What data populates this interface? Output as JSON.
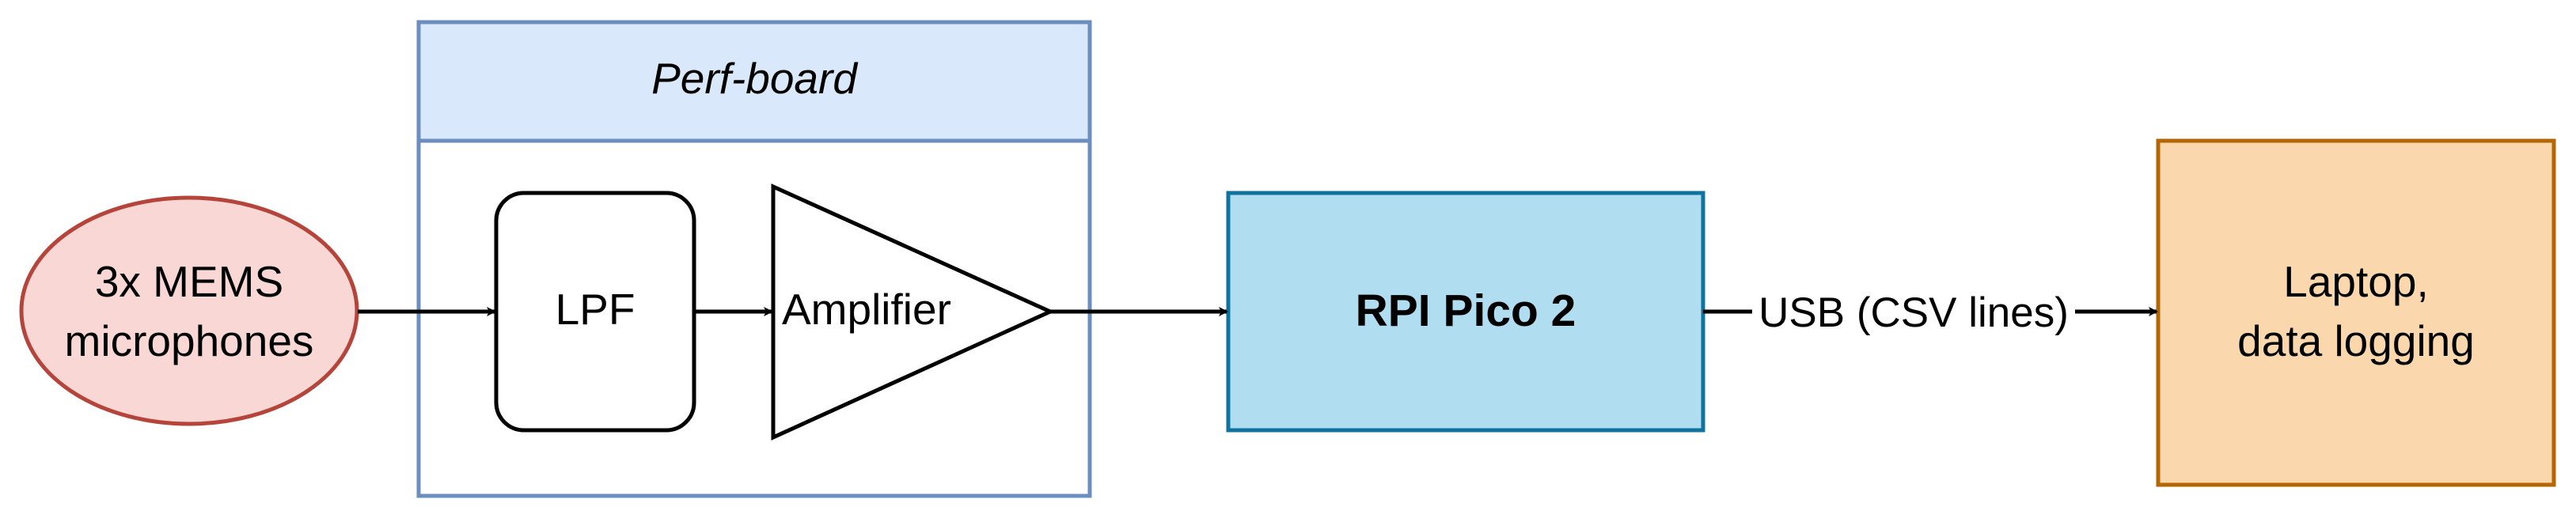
{
  "nodes": {
    "microphones": {
      "line1": "3x MEMS",
      "line2": "microphones",
      "fill": "#f8d7d5",
      "stroke": "#b5443b"
    },
    "perfboard": {
      "title": "Perf-board",
      "header_fill": "#dae8fc",
      "stroke": "#6c8ebf"
    },
    "lpf": {
      "label": "LPF"
    },
    "amplifier": {
      "label": "Amplifier"
    },
    "pico": {
      "label": "RPI Pico 2",
      "fill": "#b1ddf0",
      "stroke": "#10739e"
    },
    "laptop": {
      "line1": "Laptop,",
      "line2": "data logging",
      "fill": "#fad7ac",
      "stroke": "#b46504"
    }
  },
  "edges": {
    "pico_to_laptop": {
      "label": "USB (CSV lines)"
    }
  }
}
